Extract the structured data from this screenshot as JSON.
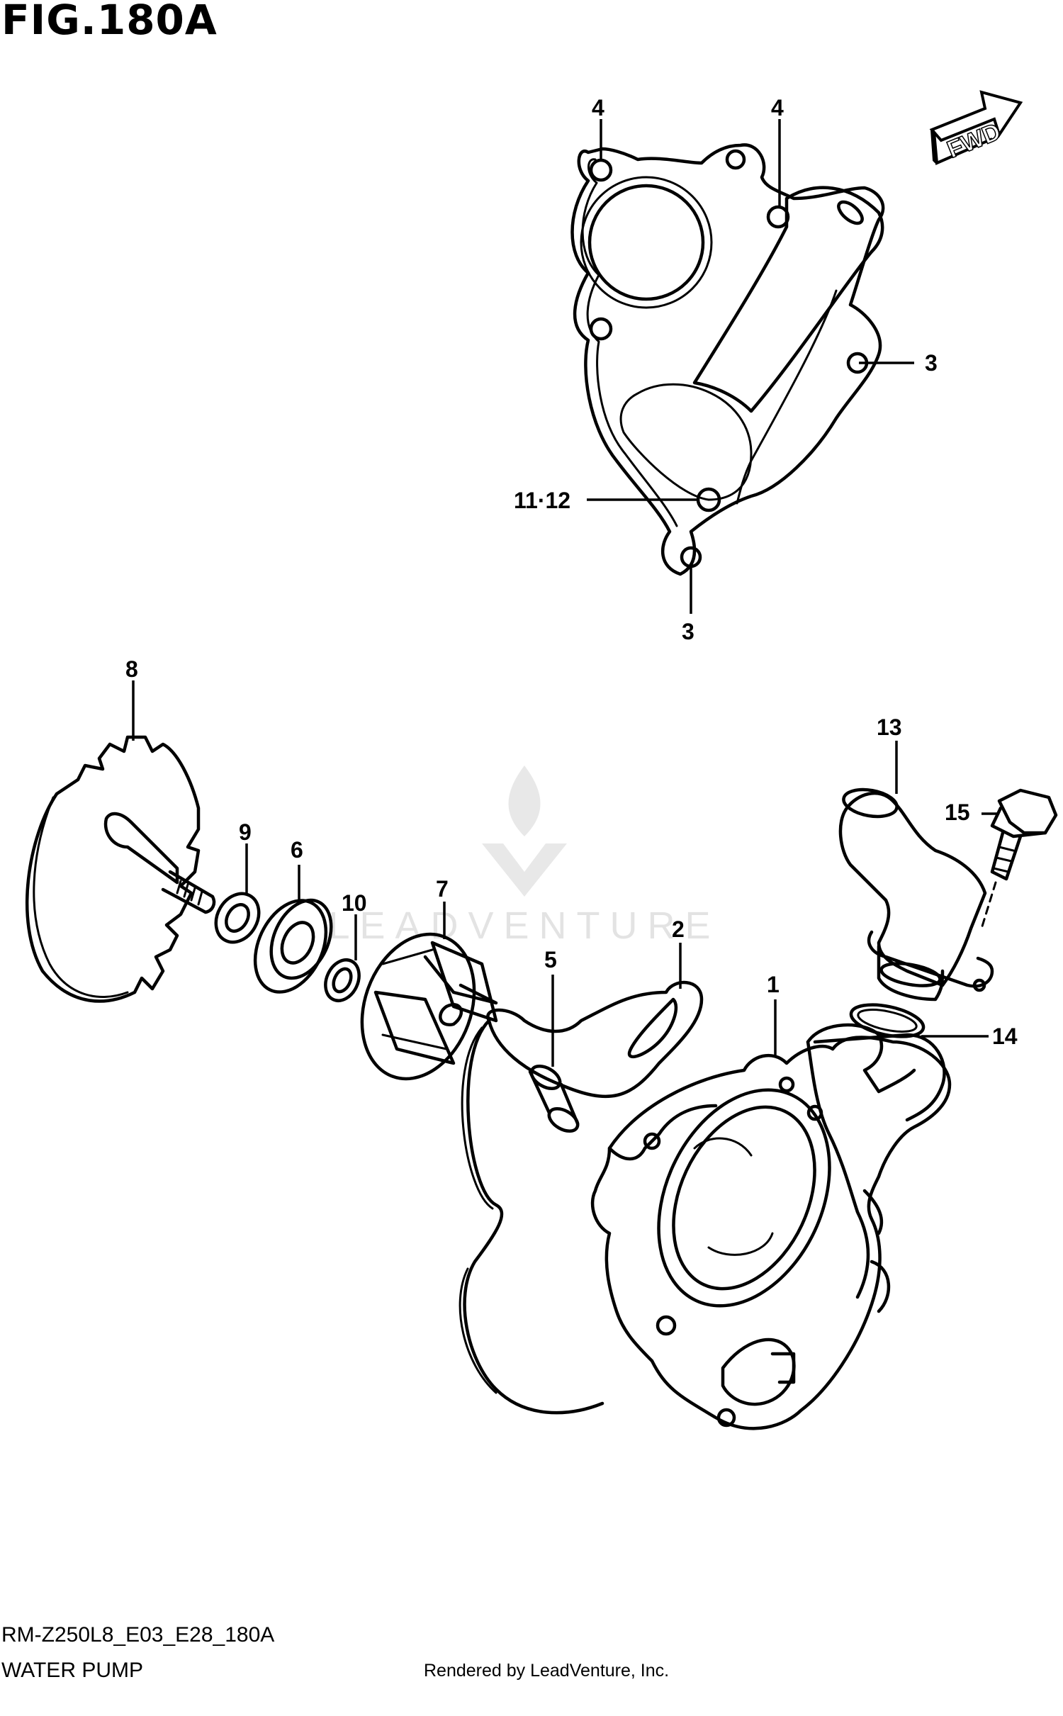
{
  "header": {
    "figure_id": "FIG.180A"
  },
  "direction_badge": "FWD",
  "callouts": {
    "c1": "1",
    "c2": "2",
    "c3a": "3",
    "c3b": "3",
    "c4a": "4",
    "c4b": "4",
    "c5": "5",
    "c6": "6",
    "c7": "7",
    "c8": "8",
    "c9": "9",
    "c10": "10",
    "c11": "11·12",
    "c13": "13",
    "c14": "14",
    "c15": "15"
  },
  "footer": {
    "diagram_code": "RM-Z250L8_E03_E28_180A",
    "diagram_name": "WATER PUMP",
    "renderer": "Rendered by LeadVenture, Inc."
  },
  "watermark": {
    "text": "LEADVENTURE"
  }
}
